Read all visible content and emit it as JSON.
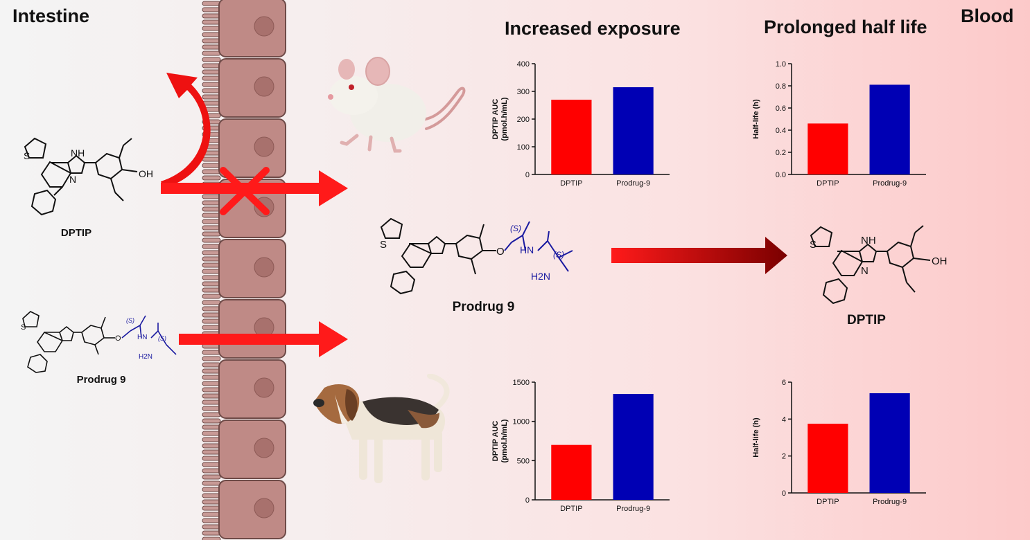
{
  "labels": {
    "intestine": "Intestine",
    "blood": "Blood",
    "increased_exposure": "Increased exposure",
    "prolonged_half_life": "Prolonged half life",
    "dptip_left": "DPTIP",
    "prodrug_left": "Prodrug 9",
    "prodrug_center": "Prodrug 9",
    "dptip_right": "DPTIP"
  },
  "chem": {
    "oh": "OH",
    "nh": "NH",
    "n": "N",
    "h": "H",
    "s": "S",
    "o": "O",
    "hn": "HN",
    "h2n": "H2N",
    "stereo": "(S)"
  },
  "colors": {
    "dptip": "#ff0000",
    "prodrug": "#0000b4",
    "arrow": "#ff1010",
    "cell": "#bf8a86",
    "cell_border": "#6e4a47"
  },
  "chart_data": [
    {
      "type": "bar",
      "panel": "mouse-auc",
      "categories": [
        "DPTIP",
        "Prodrug-9"
      ],
      "values": [
        270,
        315
      ],
      "ylabel_line1": "DPTIP AUC",
      "ylabel_line2": "(pmol.h/mL)",
      "ylim": [
        0,
        400
      ],
      "yticks": [
        "0",
        "100",
        "200",
        "300",
        "400"
      ]
    },
    {
      "type": "bar",
      "panel": "mouse-half-life",
      "categories": [
        "DPTIP",
        "Prodrug-9"
      ],
      "values": [
        0.46,
        0.81
      ],
      "ylabel_line1": "Half-life (h)",
      "ylabel_line2": "",
      "ylim": [
        0,
        1.0
      ],
      "yticks": [
        "0.0",
        "0.2",
        "0.4",
        "0.6",
        "0.8",
        "1.0"
      ]
    },
    {
      "type": "bar",
      "panel": "dog-auc",
      "categories": [
        "DPTIP",
        "Prodrug-9"
      ],
      "values": [
        700,
        1350
      ],
      "ylabel_line1": "DPTIP AUC",
      "ylabel_line2": "(pmol.h/mL)",
      "ylim": [
        0,
        1500
      ],
      "yticks": [
        "0",
        "500",
        "1000",
        "1500"
      ]
    },
    {
      "type": "bar",
      "panel": "dog-half-life",
      "categories": [
        "DPTIP",
        "Prodrug-9"
      ],
      "values": [
        3.75,
        5.4
      ],
      "ylabel_line1": "Half-life (h)",
      "ylabel_line2": "",
      "ylim": [
        0,
        6
      ],
      "yticks": [
        "0",
        "2",
        "4",
        "6"
      ]
    }
  ]
}
